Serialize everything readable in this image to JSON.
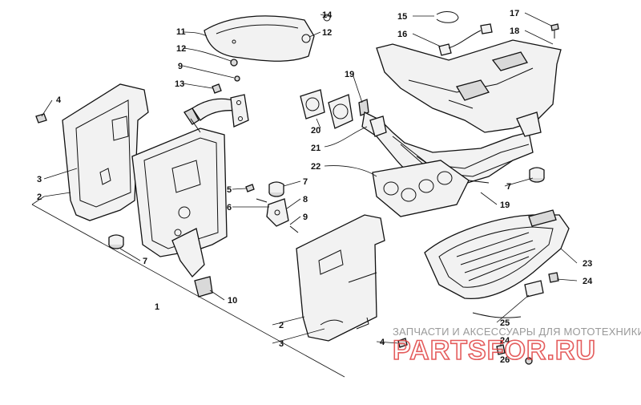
{
  "callouts": [
    "1",
    "2",
    "2",
    "3",
    "3",
    "4",
    "4",
    "5",
    "6",
    "7",
    "7",
    "7",
    "8",
    "9",
    "9",
    "10",
    "11",
    "12",
    "12",
    "13",
    "14",
    "15",
    "16",
    "17",
    "18",
    "19",
    "19",
    "20",
    "21",
    "22",
    "23",
    "24",
    "24",
    "25",
    "26"
  ],
  "watermark": {
    "tagline": "ЗАПЧАСТИ И АКСЕССУАРЫ ДЛЯ МОТОТЕХНИКИ",
    "brand": "PARTSFOR.RU",
    "brand_color": "#e04040"
  },
  "colors": {
    "line": "#111111",
    "fill": "#f2f2f2",
    "shade": "#d9d9d9"
  }
}
